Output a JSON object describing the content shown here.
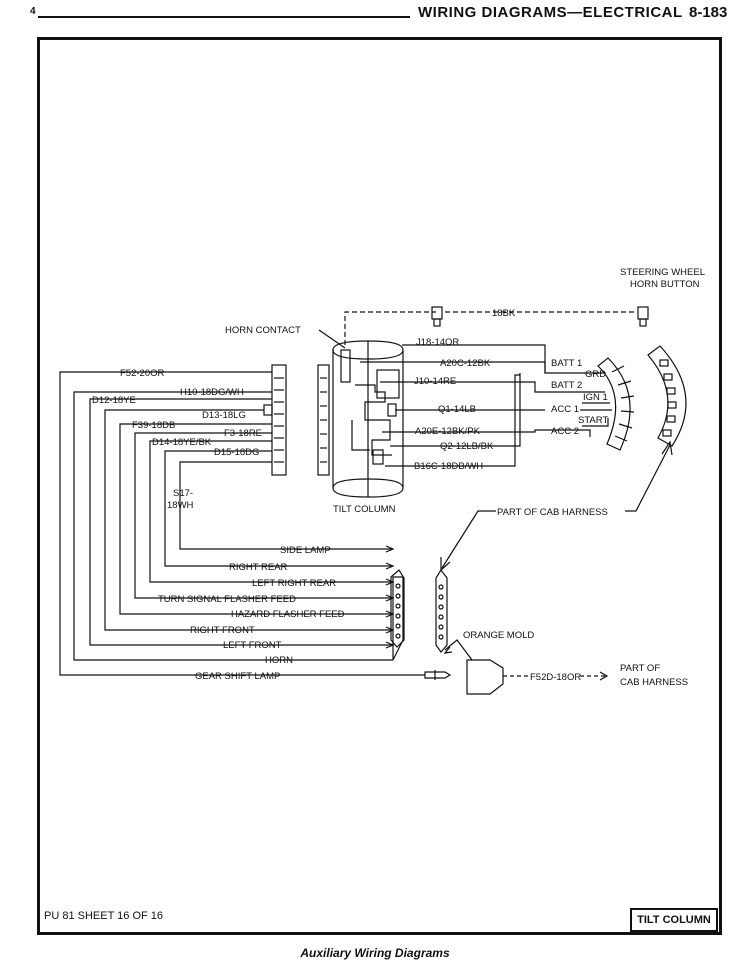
{
  "header": {
    "mark": "4",
    "title": "WIRING DIAGRAMS—ELECTRICAL",
    "page": "8-183"
  },
  "labels": {
    "steering_wheel": "STEERING WHEEL",
    "horn_button": "HORN BUTTON",
    "wire_18bk": "18BK",
    "horn_contact": "HORN CONTACT",
    "j18": "J18-14OR",
    "a20c": "A20C-12BK",
    "j10": "J10-14RE",
    "q1": "Q1-14LB",
    "a20e": "A20E-12BK/PK",
    "q2": "Q2-12LB/BK",
    "b16c": "B16C-18DB/WH",
    "tilt_column": "TILT COLUMN",
    "batt1": "BATT 1",
    "grd": "GRD",
    "batt2": "BATT 2",
    "ign1": "IGN 1",
    "acc1": "ACC 1",
    "start": "START",
    "acc2": "ACC 2",
    "f52": "F52-20OR",
    "h10": "H10-18DG/WH",
    "d12": "D12-18YE",
    "d13": "D13-18LG",
    "f39": "F39-18DB",
    "f3": "F3-18RE",
    "d14": "D14-18YE/BK",
    "d15": "D15-18DG",
    "s17a": "S17-",
    "s17b": "18WH",
    "part_cab_1": "PART OF CAB HARNESS",
    "side_lamp": "SIDE LAMP",
    "right_rear": "RIGHT REAR",
    "left_right_rear": "LEFT RIGHT REAR",
    "turn_signal": "TURN SIGNAL FLASHER FEED",
    "hazard": "HAZARD FLASHER FEED",
    "right_front": "RIGHT FRONT",
    "left_front": "LEFT FRONT",
    "horn": "HORN",
    "gear_shift": "GEAR SHIFT LAMP",
    "orange_mold": "ORANGE MOLD",
    "f52d": "F52D-18OR",
    "part_of": "PART OF",
    "cab_harness": "CAB HARNESS"
  },
  "footer": {
    "sheet": "PU 81 SHEET 16 OF 16",
    "tag": "TILT COLUMN",
    "caption": "Auxiliary Wiring Diagrams"
  }
}
